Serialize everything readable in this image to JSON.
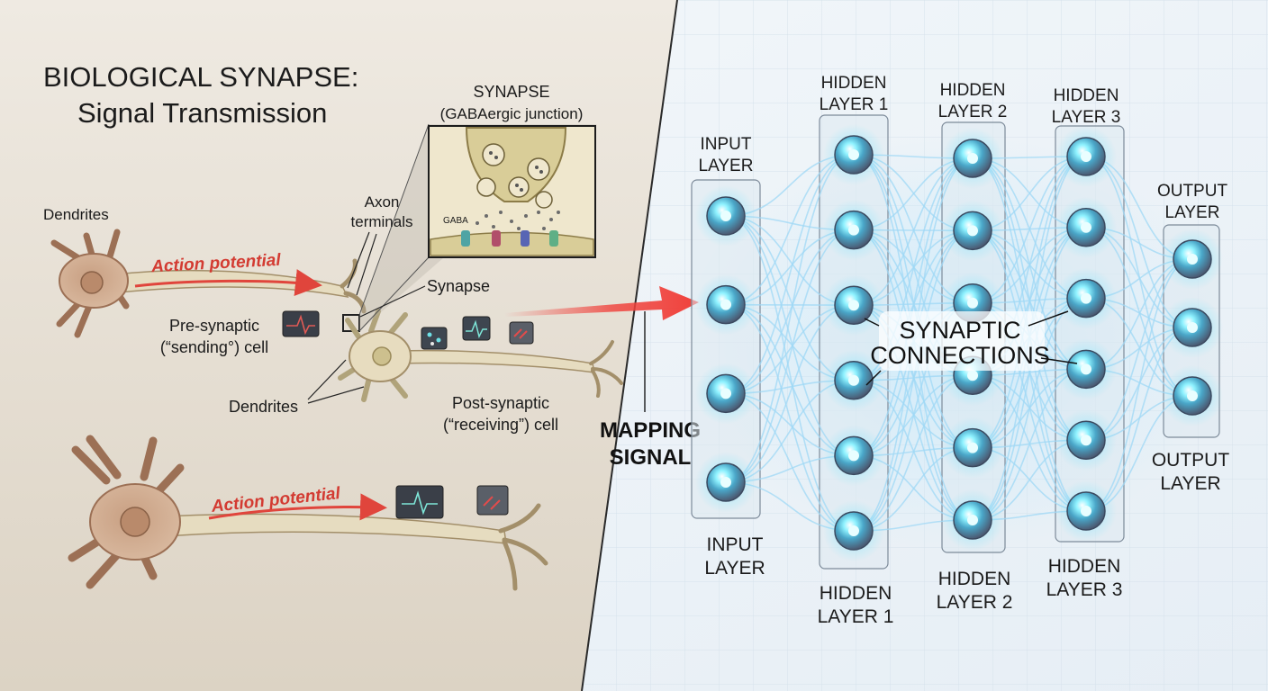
{
  "left_panel": {
    "title_line1": "BIOLOGICAL SYNAPSE:",
    "title_line2": "Signal Transmission",
    "inset_title": "SYNAPSE",
    "inset_subtitle": "(GABAergic junction)",
    "gaba_label": "GABA",
    "dendrites_top": "Dendrites",
    "axon_terminals_line1": "Axon",
    "axon_terminals_line2": "terminals",
    "synapse_label": "Synapse",
    "action_potential_top": "Action potential",
    "action_potential_bottom": "Action potential",
    "pre_synaptic_line1": "Pre-synaptic",
    "pre_synaptic_line2": "(“sending°) cell",
    "dendrites_mid": "Dendrites",
    "post_synaptic_line1": "Post-synaptic",
    "post_synaptic_line2": "(“receiving”) cell"
  },
  "mapping": {
    "line1": "MAPPING",
    "line2": "SIGNAL"
  },
  "network": {
    "top_labels": {
      "input": [
        "INPUT",
        "LAYER"
      ],
      "hidden1": [
        "HIDDEN",
        "LAYER 1"
      ],
      "hidden2": [
        "HIDDEN",
        "LAYER 2"
      ],
      "hidden3": [
        "HIDDEN",
        "LAYER 3"
      ],
      "output": [
        "OUTPUT",
        "LAYER"
      ]
    },
    "bottom_labels": {
      "input": [
        "INPUT",
        "LAYER"
      ],
      "hidden1": [
        "HIDDEN",
        "LAYER 1"
      ],
      "hidden2": [
        "HIDDEN",
        "LAYER 2"
      ],
      "hidden3": [
        "HIDDEN",
        "LAYER 3"
      ],
      "output": [
        "OUTPUT",
        "LAYER"
      ]
    },
    "center_label_line1": "SYNAPTIC",
    "center_label_line2": "CONNECTIONS",
    "layer_node_counts": [
      4,
      6,
      6,
      6,
      3
    ]
  },
  "colors": {
    "left_bg": "#ece6dc",
    "right_bg": "#eef4f9",
    "neuron_fill": "#d7b59a",
    "neuron_stroke": "#9c7055",
    "axon_fill": "#e6dcc0",
    "action_arrow": "#e0453c",
    "mapping_arrow": "#f0403a",
    "node_glow": "#3fd9ff",
    "edge_color": "#9fd8f5"
  }
}
